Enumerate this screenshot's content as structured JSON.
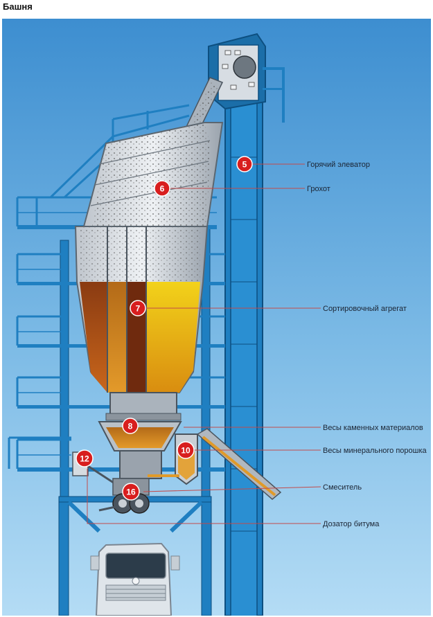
{
  "heading": "Башня",
  "colors": {
    "sky_top": "#3d8ed0",
    "sky_bottom": "#a9d6f3",
    "steel": "#1f7fc1",
    "badge": "#d81e1e",
    "line": "#c24a4a"
  },
  "callouts": [
    {
      "num": "5",
      "label": "Горячий элеватор"
    },
    {
      "num": "6",
      "label": "Грохот"
    },
    {
      "num": "7",
      "label": "Сортировочный агрегат"
    },
    {
      "num": "8",
      "label": "Весы каменных материалов"
    },
    {
      "num": "10",
      "label": "Весы минерального порошка"
    },
    {
      "num": "16",
      "label": "Смеситель"
    },
    {
      "num": "12",
      "label": "Дозатор битума"
    }
  ]
}
